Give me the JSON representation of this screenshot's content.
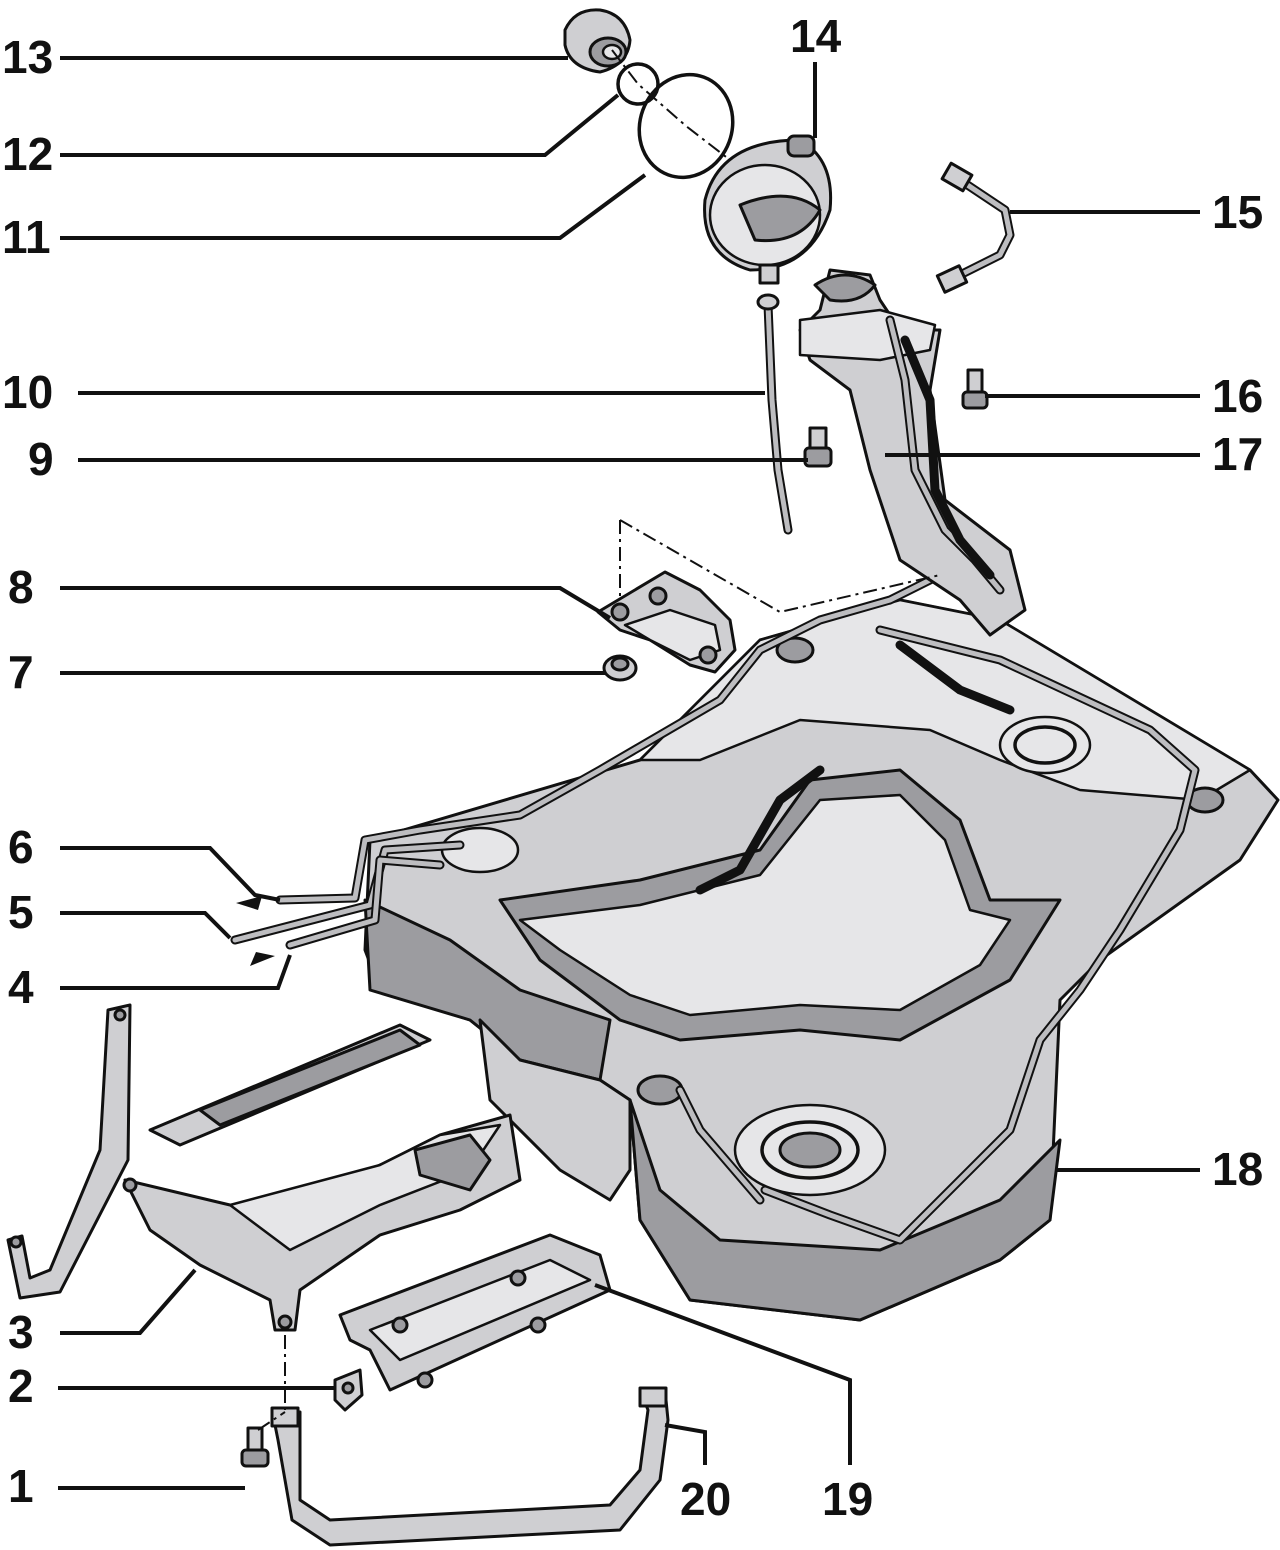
{
  "callouts": [
    {
      "id": "1",
      "label": "1"
    },
    {
      "id": "2",
      "label": "2"
    },
    {
      "id": "3",
      "label": "3"
    },
    {
      "id": "4",
      "label": "4"
    },
    {
      "id": "5",
      "label": "5"
    },
    {
      "id": "6",
      "label": "6"
    },
    {
      "id": "7",
      "label": "7"
    },
    {
      "id": "8",
      "label": "8"
    },
    {
      "id": "9",
      "label": "9"
    },
    {
      "id": "10",
      "label": "10"
    },
    {
      "id": "11",
      "label": "11"
    },
    {
      "id": "12",
      "label": "12"
    },
    {
      "id": "13",
      "label": "13"
    },
    {
      "id": "14",
      "label": "14"
    },
    {
      "id": "15",
      "label": "15"
    },
    {
      "id": "16",
      "label": "16"
    },
    {
      "id": "17",
      "label": "17"
    },
    {
      "id": "18",
      "label": "18"
    },
    {
      "id": "19",
      "label": "19"
    },
    {
      "id": "20",
      "label": "20"
    }
  ],
  "colors": {
    "line": "#111111",
    "metal": "#cfcfd2",
    "metal_shadow": "#9c9ca0",
    "metal_light": "#e6e6e8",
    "background": "#ffffff"
  }
}
